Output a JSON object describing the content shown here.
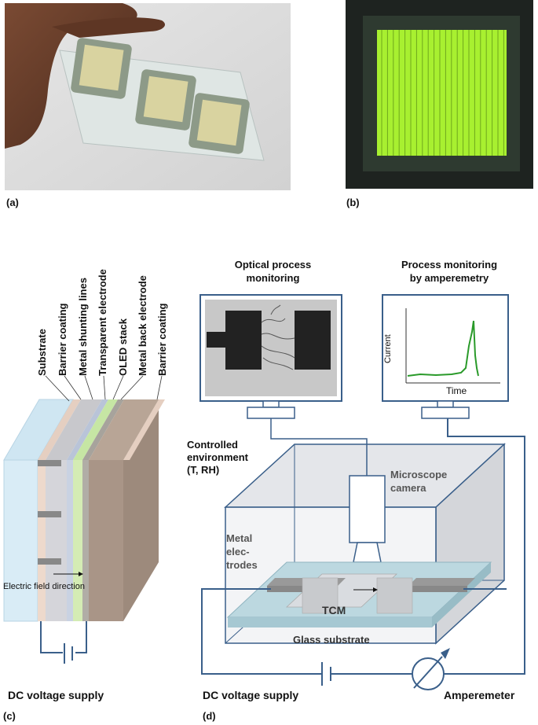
{
  "panels": {
    "a": "(a)",
    "b": "(b)",
    "c": "(c)",
    "d": "(d)"
  },
  "panel_c": {
    "layer_labels": [
      "Substrate",
      "Barrier coating",
      "Metal shunting lines",
      "Transparent electrode",
      "OLED stack",
      "Metal back electrode",
      "Barrier coating"
    ],
    "field_label": "Electric field direction",
    "supply_label": "DC voltage supply"
  },
  "panel_d": {
    "optical_title": [
      "Optical process",
      "monitoring"
    ],
    "ampere_title": [
      "Process monitoring",
      "by amperemetry"
    ],
    "graph_ylabel": "Current",
    "graph_xlabel": "Time",
    "environment_label": [
      "Controlled",
      "environment",
      "(T, RH)"
    ],
    "camera_label": [
      "Microscope",
      "camera"
    ],
    "electrodes_label": [
      "Metal",
      "elec-",
      "trodes"
    ],
    "tcm_label": "TCM",
    "glass_label": "Glass substrate",
    "supply_label": "DC voltage supply",
    "meter_label": "Amperemeter"
  },
  "colors": {
    "frame_blue": "#3a5f8a",
    "oled_green": "#a8f030",
    "trace_green": "#2a9a2a"
  }
}
